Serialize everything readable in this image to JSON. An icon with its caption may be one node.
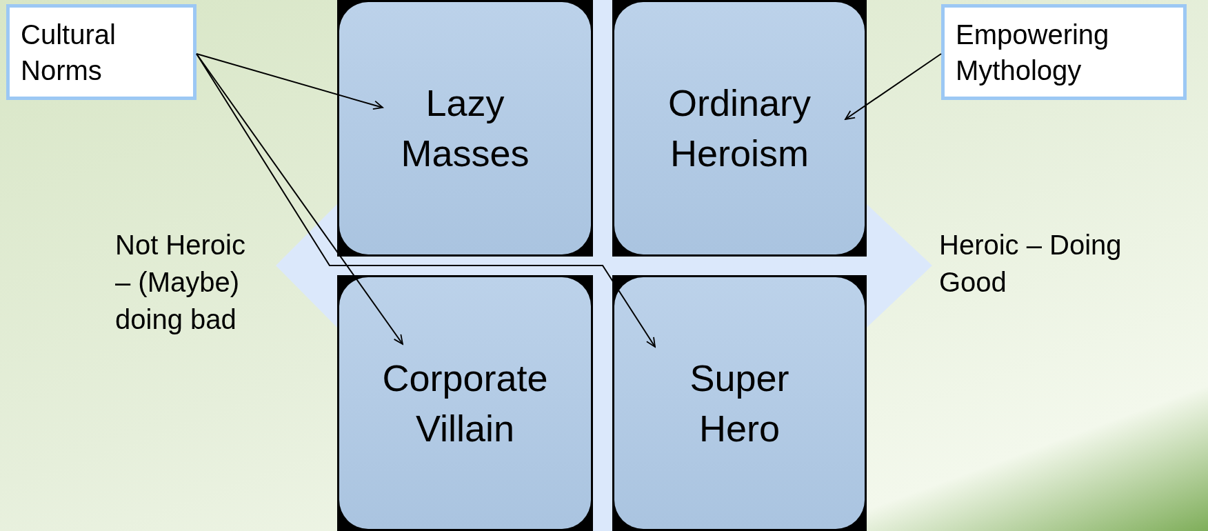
{
  "diagram": {
    "nodes": [
      {
        "text": [
          "Cultural Norms"
        ]
      },
      {
        "text": [
          "Empowering Mythology"
        ]
      },
      {
        "text": [
          "Lazy Masses"
        ]
      },
      {
        "text": [
          "Ordinary Heroism"
        ]
      },
      {
        "text": [
          "Corporate Villain"
        ]
      },
      {
        "text": [
          "Super Hero"
        ]
      }
    ],
    "edges": [
      {
        "from": 0,
        "to": 2,
        "arrow": "to"
      },
      {
        "from": 0,
        "to": 4,
        "arrow": "to"
      },
      {
        "from": 0,
        "to": 5,
        "arrow": "to"
      },
      {
        "from": 1,
        "to": 3,
        "arrow": "to"
      }
    ],
    "labels": [
      "Not Heroic – (Maybe) doing bad",
      "Heroic – Doing Good"
    ]
  }
}
